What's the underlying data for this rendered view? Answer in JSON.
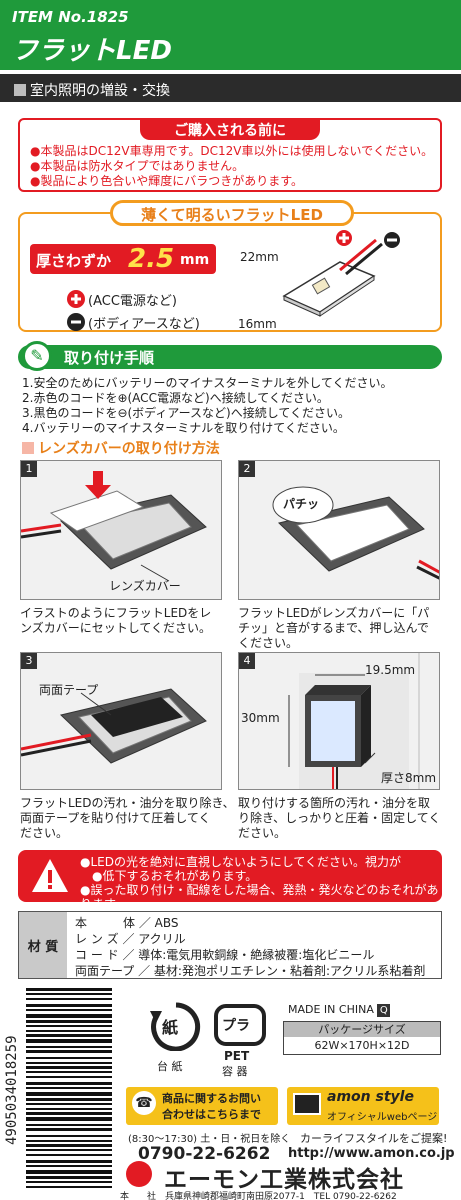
{
  "header": {
    "item_no": "ITEM No.1825",
    "product_name": "フラットLED"
  },
  "category": "室内照明の増設・交換",
  "before_purchase": {
    "title": "ご購入される前に",
    "items": [
      "本製品はDC12V車専用です。DC12V車以外には使用しないでください。",
      "本製品は防水タイプではありません。",
      "製品により色合いや輝度にバラつきがあります。"
    ]
  },
  "feature": {
    "title": "薄くて明るいフラットLED",
    "thickness_prefix": "厚さわずか",
    "thickness_value": "2.5",
    "thickness_unit": "mm",
    "plus_label": "(ACC電源など)",
    "minus_label": "(ボディアースなど)",
    "dim_w": "22mm",
    "dim_h": "16mm"
  },
  "install": {
    "title": "取り付け手順",
    "steps": [
      "1.安全のためにバッテリーのマイナスターミナルを外してください。",
      "2.赤色のコードを⊕(ACC電源など)へ接続してください。",
      "3.黒色のコードを⊖(ボディアースなど)へ接続してください。",
      "4.バッテリーのマイナスターミナルを取り付けてください。"
    ]
  },
  "lens": {
    "title": "レンズカバーの取り付け方法",
    "p1_num": "1",
    "p1_label": "レンズカバー",
    "p1_caption": [
      "イラストのようにフラットLEDをレ",
      "ンズカバーにセットしてください。"
    ],
    "p2_num": "2",
    "p2_label": "パチッ",
    "p2_caption": [
      "フラットLEDがレンズカバーに「パ",
      "チッ」と音がするまで、押し込んで",
      "ください。"
    ],
    "p3_num": "3",
    "p3_label": "両面テープ",
    "p3_caption": [
      "フラットLEDの汚れ・油分を取り除き、",
      "両面テープを貼り付けて圧着してく",
      "ださい。"
    ],
    "p4_num": "4",
    "p4_w": "19.5mm",
    "p4_h": "30mm",
    "p4_t": "厚さ8mm",
    "p4_caption": [
      "取り付けする箇所の汚れ・油分を取",
      "り除き、しっかりと圧着・固定してく",
      "ださい。"
    ]
  },
  "warning": {
    "items": [
      "LEDの光を絶対に直視しないようにしてください。視力が",
      "低下するおそれがあります。",
      "誤った取り付け・配線をした場合、発熱・発火などのおそれがあります。"
    ]
  },
  "materials": {
    "label": "材 質",
    "rows": [
      "本　　　体 ／ ABS",
      "レ ン ズ ／ アクリル",
      "コ ー ド ／ 導体:電気用軟銅線・絶縁被覆:塩化ビニール",
      "両面テープ ／ 基材:発泡ポリエチレン・粘着剤:アクリル系粘着剤"
    ]
  },
  "recycle": {
    "paper_mark": "紙",
    "paper_caption": "台 紙",
    "plastic_mark": "プラ",
    "plastic_type": "PET",
    "plastic_caption": "容 器"
  },
  "barcode": {
    "number": "4905034018259"
  },
  "made_in": "MADE IN CHINA",
  "made_in_mark": "Q",
  "package": {
    "label": "パッケージサイズ",
    "value": "62W×170H×12D"
  },
  "contact": {
    "box_text1": "商品に関するお問い",
    "box_text2": "合わせはこちらまで",
    "hours": "(8:30〜17:30) 土・日・祝日を除く",
    "phone": "0790-22-6262"
  },
  "web": {
    "brand": "amon style",
    "subtitle": "オフィシャルwebページ",
    "tagline": "カーライフスタイルをご提案!",
    "url": "http://www.amon.co.jp"
  },
  "company": {
    "name": "エーモン工業株式会社",
    "address": "本　　社　兵庫県神崎郡福崎町南田原2077-1　TEL 0790-22-6262"
  },
  "colors": {
    "green": "#1f9a3b",
    "red": "#e21b23",
    "orange": "#f39c1f",
    "yellow": "#f5c11a"
  }
}
